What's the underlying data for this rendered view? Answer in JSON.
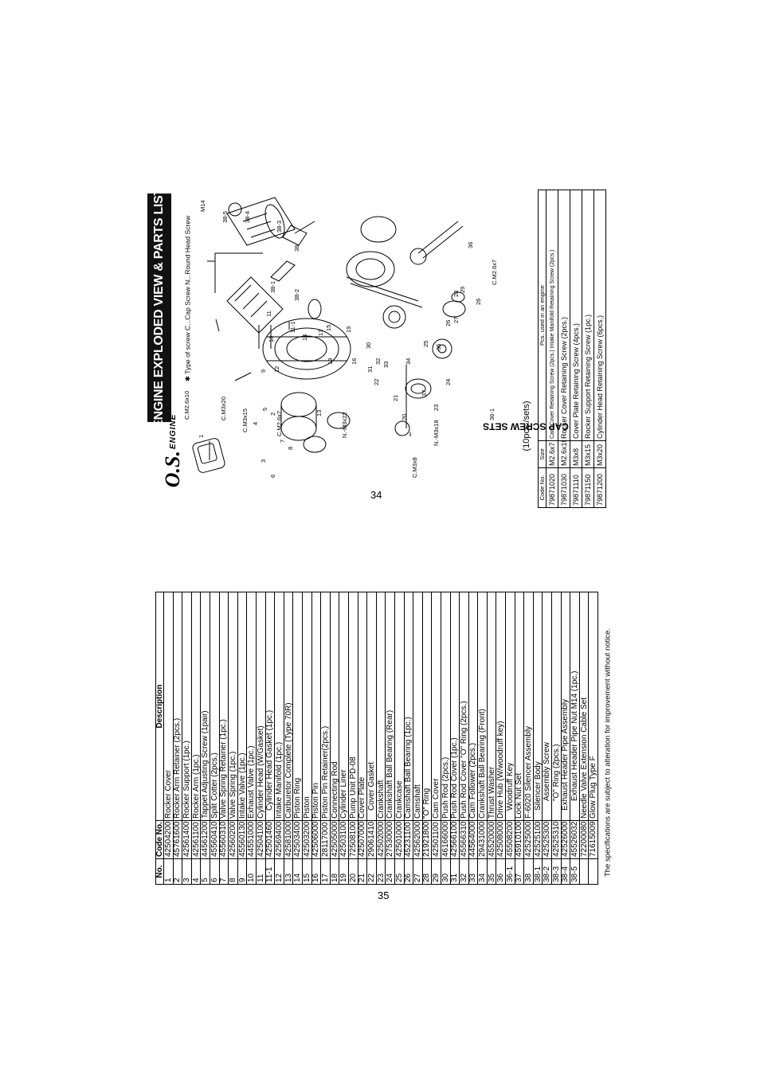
{
  "brand": {
    "logo": "O.S.",
    "logo_sub": "ENGINE"
  },
  "header": {
    "title": "ENGINE EXPLODED VIEW & PARTS LIST"
  },
  "screw_note": "✱ Type of screw   C...Cap Screw  N...Round Head Screw",
  "diagram_labels": {
    "c_m2_6x10": "C.M2.6x10",
    "c_m3x20": "C.M3x20",
    "c_m3x15": "C.M3x15",
    "c_m2_6x7_a": "C.M2.6x7",
    "n_m3x22": "N.-M3x22",
    "n_m3x18": "N.-M3x18",
    "c_m3x8": "C.M3x8",
    "c_m2_6x7_b": "C.M2.6x7",
    "m14": "M14",
    "n1": "1",
    "n2": "2",
    "n3": "3",
    "n4": "4",
    "n5": "5",
    "n6": "6",
    "n7": "7",
    "n8": "8",
    "n9": "9",
    "n10": "10",
    "n11": "11",
    "n11_1": "11-1",
    "n12": "12",
    "n13": "13",
    "n14": "14",
    "n15": "15",
    "n16": "16",
    "n17": "17",
    "n18": "18",
    "n19": "19",
    "n20": "20",
    "n21": "21",
    "n22": "22",
    "n23": "23",
    "n24": "24",
    "n25": "25",
    "n26": "26",
    "n26b": "26",
    "n27": "27",
    "n28": "28",
    "n29": "29",
    "n30": "30",
    "n31": "31",
    "n32": "32",
    "n33": "33",
    "n34": "34",
    "n35": "35",
    "n36": "36",
    "n36_1": "36-1",
    "n37": "37",
    "n38": "38",
    "n38_1": "38-1",
    "n38_2": "38-2",
    "n38_3": "38-3",
    "n38_4": "38-4",
    "n38_5": "38-5"
  },
  "cap_screw": {
    "title": "CAP SCREW SETS",
    "qty": "(10pcs./sets)",
    "headers": [
      "Code No.",
      "Size",
      "Pcs. used in an engine"
    ],
    "rows": [
      [
        "79871020",
        "M2.6x7",
        "Cam Cover Retaining Screw (2pcs.)  Intake Manifold Retaining Screw (2pcs.)"
      ],
      [
        "79871030",
        "M2.6x10",
        "Rocker Cover Retaining Screw (2pcs.)"
      ],
      [
        "79871110",
        "M3x8",
        "Cover Plate Retaining Screw (4pcs.)"
      ],
      [
        "79871150",
        "M3x15",
        "Rocker Support Retaining Screw (1pc.)"
      ],
      [
        "79871200",
        "M3x20",
        "Cylinder Head Retaining Screw (6pcs.)"
      ]
    ]
  },
  "page_numbers": {
    "upper": "34",
    "lower": "35"
  },
  "parts": {
    "headers": [
      "No.",
      "Code No.",
      "Description"
    ],
    "rows": [
      [
        "1",
        "42504200",
        "Rocker Cover"
      ],
      [
        "2",
        "45761600",
        "Rocker Arm Retainer (2pcs.)"
      ],
      [
        "3",
        "42561400",
        "Rocker Support (1pc.)"
      ],
      [
        "4",
        "42561100",
        "Rocker Arm (1pc.)"
      ],
      [
        "5",
        "44561200",
        "Tappet Adjusting Screw (1pair)"
      ],
      [
        "6",
        "45560410",
        "Split Cotter (2pcs.)"
      ],
      [
        "7",
        "45560310",
        "Valve Spring Retainer (1pc.)"
      ],
      [
        "8",
        "42560200",
        "Valve Spring (1pc.)"
      ],
      [
        "9",
        "45560130",
        "Intake Valve (1pc.)"
      ],
      [
        "10",
        "44551000",
        "Exhaust Valve (1pc.)"
      ],
      [
        "11",
        "42504100",
        "Cylinder Head (W/Gasket)"
      ],
      [
        "11-1",
        "42501460",
        "Cylinder Head Gasket (1pc.)"
      ],
      [
        "12",
        "42569400",
        "Intake Manifold (1pc.)"
      ],
      [
        "13",
        "42581000",
        "Carburetor Complete (Type 70R)"
      ],
      [
        "14",
        "42503400",
        "Piston Ring"
      ],
      [
        "15",
        "42503200",
        "Piston"
      ],
      [
        "16",
        "42506000",
        "Piston Pin"
      ],
      [
        "17",
        "28117000",
        "Piston Pin Retainer(2pcs.)"
      ],
      [
        "18",
        "42505000",
        "Connecting Rod"
      ],
      [
        "19",
        "42503100",
        "Cylinder Liner"
      ],
      [
        "20",
        "72508100",
        "Pump Unit PD-08"
      ],
      [
        "21",
        "42507000",
        "Cover Plate"
      ],
      [
        "22",
        "29061410",
        "Cover Gasket"
      ],
      [
        "23",
        "42502000",
        "Crankshaft"
      ],
      [
        "24",
        "27530000",
        "Crankshaft Ball Bearing (Rear)"
      ],
      [
        "25",
        "42501000",
        "Crankcase"
      ],
      [
        "26",
        "45231100",
        "Camshaft Ball Bearing (1pc.)"
      ],
      [
        "27",
        "42562000",
        "Camshaft"
      ],
      [
        "28",
        "21921800",
        "\"O\" Ring"
      ],
      [
        "29",
        "42501100",
        "Cam Cover"
      ],
      [
        "30",
        "46166000",
        "Push Rod (2pcs.)"
      ],
      [
        "31",
        "42566100",
        "Push Rod Cover (1pc.)"
      ],
      [
        "32",
        "45566310",
        "Push Rod Cover \"O\" Ring (2pcs.)"
      ],
      [
        "33",
        "44564000",
        "Cam Follower (2pcs.)"
      ],
      [
        "34",
        "29431000",
        "Crankshaft Ball Bearing (Front)"
      ],
      [
        "35",
        "45520000",
        "Thrust Washer"
      ],
      [
        "36",
        "42508000",
        "Drive Hub (W/woodruff key)"
      ],
      [
        "36-1",
        "45508200",
        "Woodruff Key"
      ],
      [
        "37",
        "45910100",
        "Lock Nut Set"
      ],
      [
        "38",
        "42525000",
        "F-6020 Silencer Assembly"
      ],
      [
        "38-1",
        "42525100",
        "Silencer Body"
      ],
      [
        "38-2",
        "42525300",
        "Assembly Screw"
      ],
      [
        "38-3",
        "42525310",
        "\"O\" Ring (2pcs.)"
      ],
      [
        "38-4",
        "42526000",
        "Exhaust Header Pipe Assembly"
      ],
      [
        "38-5",
        "45526032",
        "Exhaust Header Pipe Nut M14 (1pc.)"
      ],
      [
        "",
        "72200080",
        "Needle Valve Extension Cable Set"
      ],
      [
        "",
        "71615009",
        "Glow Plug Type F"
      ]
    ]
  },
  "notice": "The specifications are subject to alteration for improvement without notice."
}
